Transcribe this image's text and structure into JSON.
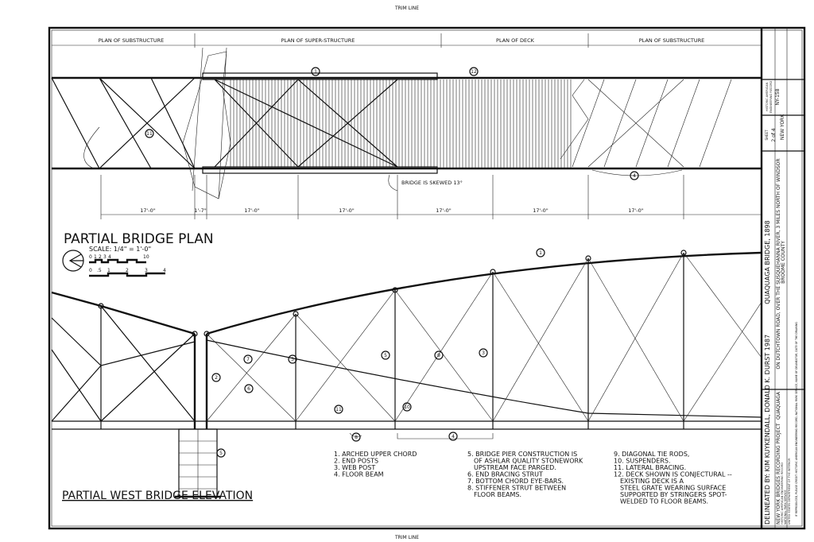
{
  "sheet": {
    "top_trim_label": "TRIM LINE",
    "bottom_trim_label": "TRIM LINE"
  },
  "plan_headers": [
    "PLAN OF SUBSTRUCTURE",
    "PLAN OF SUPER-STRUCTURE",
    "PLAN OF DECK",
    "PLAN OF SUBSTRUCTURE"
  ],
  "plan": {
    "title": "PARTIAL BRIDGE PLAN",
    "scale": "SCALE: 1/4\" = 1'-0\"",
    "scale_feet_ticks": [
      "0",
      "1",
      "2",
      "3",
      "4",
      "10"
    ],
    "scale_meter_ticks": [
      "0",
      ".5",
      "1",
      "2",
      "3",
      "4"
    ],
    "skew_note": "BRIDGE IS SKEWED 13°",
    "dimensions": [
      "17'-0\"",
      "1'-7\"",
      "17'-0\"",
      "17'-0\"",
      "17'-0\"",
      "17'-0\"",
      "17'-0\""
    ]
  },
  "elevation": {
    "title": "PARTIAL WEST BRIDGE ELEVATION"
  },
  "callouts": {
    "c1": "1",
    "c2": "2",
    "c3": "3",
    "c4": "4",
    "c5": "5",
    "c6": "6",
    "c7": "7",
    "c8": "8",
    "c9": "9",
    "c10": "10",
    "c11": "11",
    "c12": "12"
  },
  "notes": {
    "col1": [
      "1. ARCHED UPPER CHORD",
      "2. END POSTS",
      "3. WEB POST",
      "4. FLOOR BEAM"
    ],
    "col2": [
      "5. BRIDGE PIER CONSTRUCTION IS",
      "OF ASHLAR QUALITY STONEWORK",
      "UPSTREAM FACE PARGED.",
      "6. END BRACING STRUT",
      "7. BOTTOM CHORD EYE-BARS.",
      "8. STIFFENER STRUT BETWEEN",
      "FLOOR BEAMS."
    ],
    "col3": [
      "9. DIAGONAL TIE RODS,",
      "10. SUSPENDERS.",
      "11. LATERAL BRACING.",
      "12. DECK SHOWN IS CONJECTURAL --",
      "EXISTING DECK IS A",
      "STEEL GRATE WEARING SURFACE",
      "SUPPORTED BY STRINGERS SPOT-",
      "WELDED TO FLOOR BEAMS."
    ]
  },
  "title_block": {
    "delineated_by": "DELINEATED BY: KIM KUYKENDALL, DONALD K. DURST 1987",
    "project": "NEW YORK BRIDGES RECORDING PROJECT",
    "agency1": "HISTORIC AMERICAN ENGINEERING RECORD",
    "agency2": "NATIONAL PARK SERVICE",
    "agency3": "UNITED STATES DEPARTMENT OF THE INTERIOR",
    "bridge_name": "QUAQUAGA BRIDGE, 1898",
    "location": "ON DUTCHTOWN ROAD, OVER THE SUSQUEHANNA RIVER, 3 MILES NORTH OF WINDSOR",
    "county": "BROOME COUNTY",
    "town": "QUAQUAGA",
    "state": "NEW YORK",
    "sheet_label": "SHEET",
    "sheet_number": "2 of 4",
    "record_label1": "HISTORIC AMERICAN",
    "record_label2": "ENGINEERING RECORD",
    "record_number": "NY-158",
    "footer_note": "IF REPRODUCED, PLEASE CREDIT: HISTORIC AMERICAN ENGINEERING RECORD, NATIONAL PARK SERVICE, NAME OF DELINEATOR, DATE OF THE DRAWING"
  }
}
